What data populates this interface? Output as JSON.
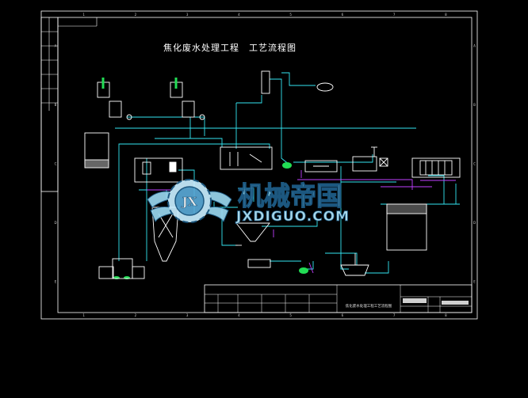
{
  "drawing": {
    "title": "焦化废水处理工程　工艺流程图",
    "title_block_name": "焦化废水处理工程工艺流程图",
    "colors": {
      "background": "#000000",
      "frame": "#ffffff",
      "pipe_main": "#33e6f2",
      "pipe_secondary": "#c040ff",
      "equipment_green": "#22dd55",
      "logo_fill": "#8fd8f0"
    }
  },
  "frame": {
    "top_ticks": [
      "1",
      "2",
      "3",
      "4",
      "5",
      "6",
      "7",
      "8"
    ],
    "bottom_ticks": [
      "1",
      "2",
      "3",
      "4",
      "5",
      "6",
      "7",
      "8"
    ],
    "left_ticks": [
      "A",
      "B",
      "C",
      "D",
      "E"
    ],
    "right_ticks": [
      "A",
      "B",
      "C",
      "D",
      "E"
    ]
  },
  "watermark": {
    "cn": "机械帝国",
    "en": "JXDIGUO.COM",
    "emblem_letters": "JX",
    "emblem_icon": "gear-wings-emblem"
  }
}
